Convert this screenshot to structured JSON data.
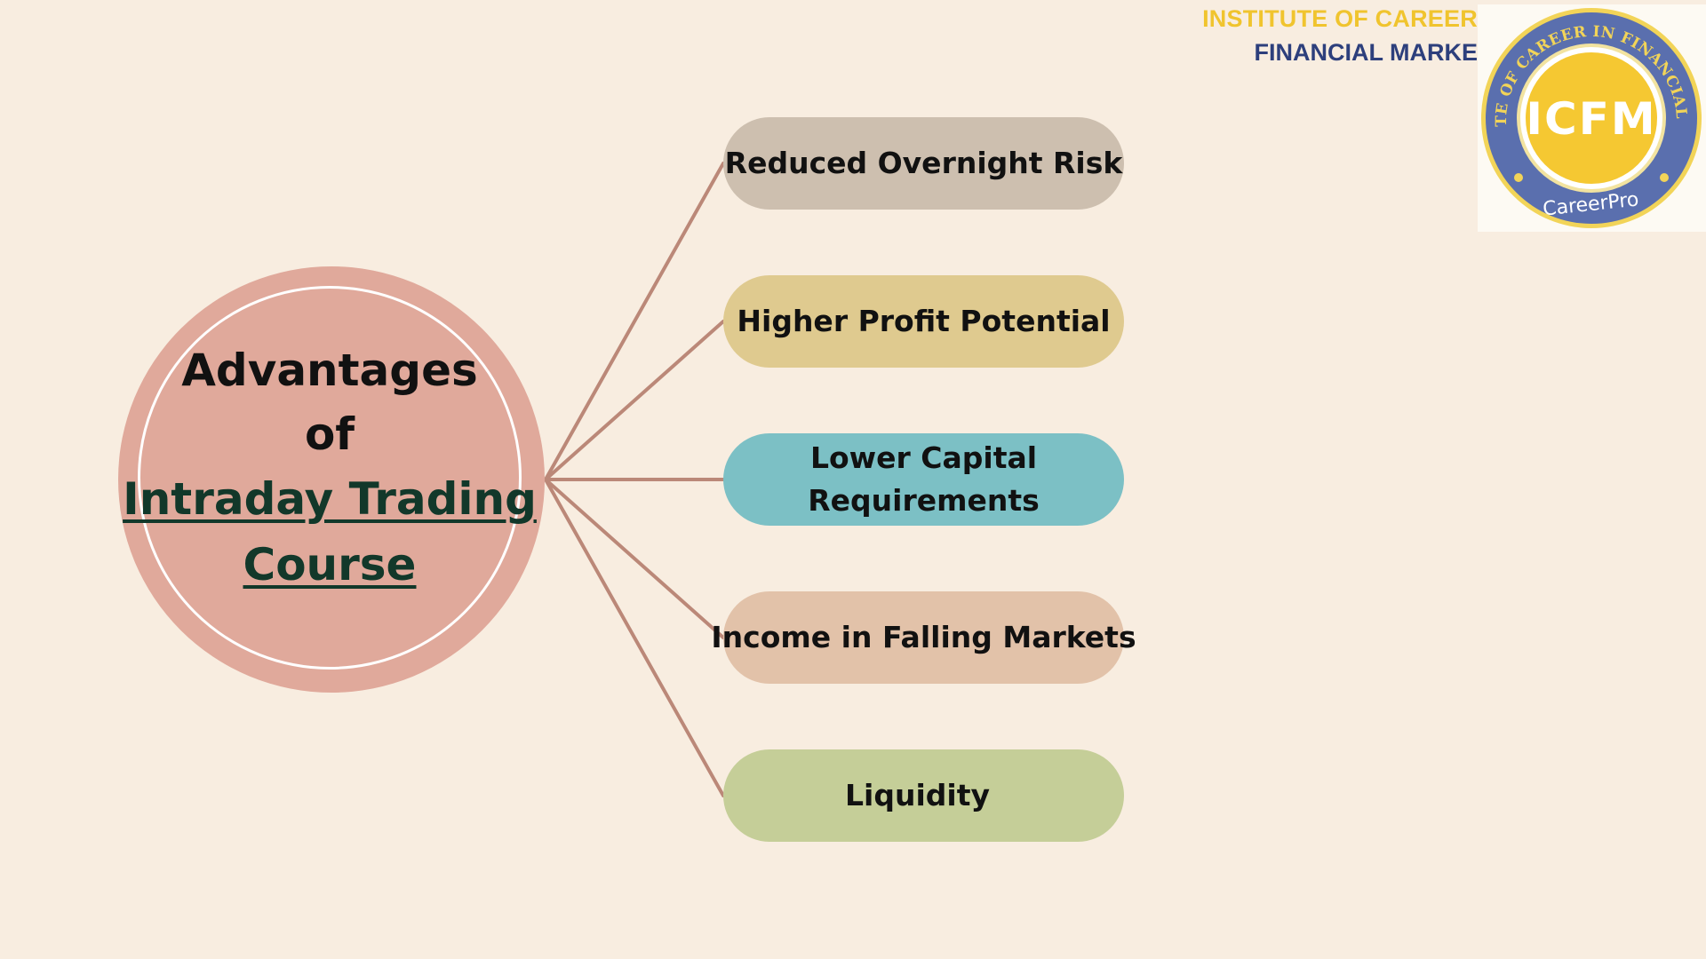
{
  "header": {
    "line1": "INSTITUTE OF CAREER IN",
    "line2": "FINANCIAL MARKET",
    "line1_color": "#f0c42e",
    "line2_color": "#2d3f7c"
  },
  "logo": {
    "ring_text": "INSTITUTE OF CAREER IN FINANCIAL MARKET",
    "center_text": "ICFM",
    "bottom_text": "CareerPro",
    "ring_color": "#5a6fae",
    "center_color": "#f5c832"
  },
  "hub": {
    "line1": "Advantages",
    "line2": "of",
    "line3": "Intraday Trading",
    "line4": "Course",
    "fill_color": "#e0a99b"
  },
  "branches": [
    {
      "label": "Reduced Overnight Risk",
      "color": "#cdbfaf"
    },
    {
      "label": "Higher Profit Potential",
      "color": "#dfca8f"
    },
    {
      "label_line1": "Lower Capital",
      "label_line2": "Requirements",
      "color": "#7cc0c5"
    },
    {
      "label": "Income in Falling Markets",
      "color": "#e2c2a9"
    },
    {
      "label": "Liquidity",
      "color": "#c5ce98"
    }
  ],
  "connector_color": "#bb8878"
}
